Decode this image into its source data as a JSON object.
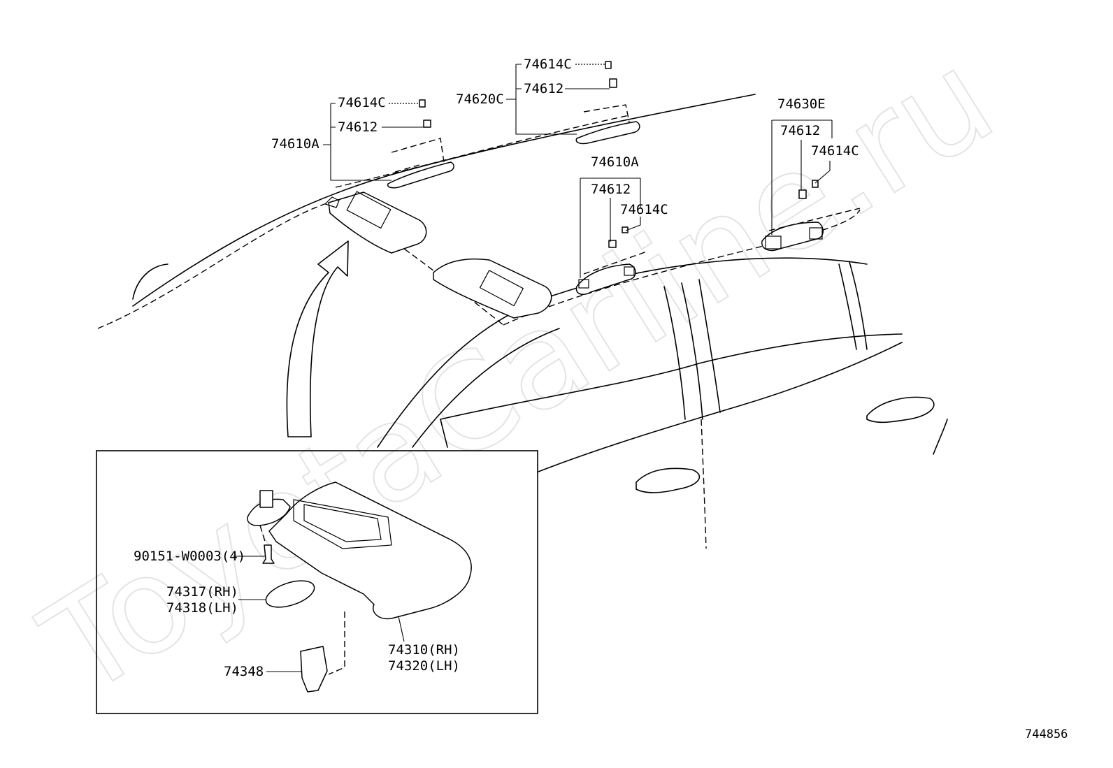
{
  "watermark": "ToyotaCarline.ru",
  "diagram_id": "744856",
  "labels": {
    "roof_front_grip_num": "74610A",
    "roof_front_grip_cap": "74614C",
    "roof_front_grip_holder": "74612",
    "center_grip_num": "74620C",
    "center_grip_cap": "74614C",
    "center_grip_holder": "74612",
    "rear_left_grip_num": "74610A",
    "rear_left_grip_holder": "74612",
    "rear_left_grip_cap": "74614C",
    "rear_grip_num": "74630E",
    "rear_grip_holder": "74612",
    "rear_grip_cap": "74614C",
    "visor_screw": "90151-W0003(4)",
    "mirror_cover_rh": "74317(RH)",
    "mirror_cover_lh": "74318(LH)",
    "visor_rh": "74310(RH)",
    "visor_lh": "74320(LH)",
    "visor_holder": "74348"
  }
}
